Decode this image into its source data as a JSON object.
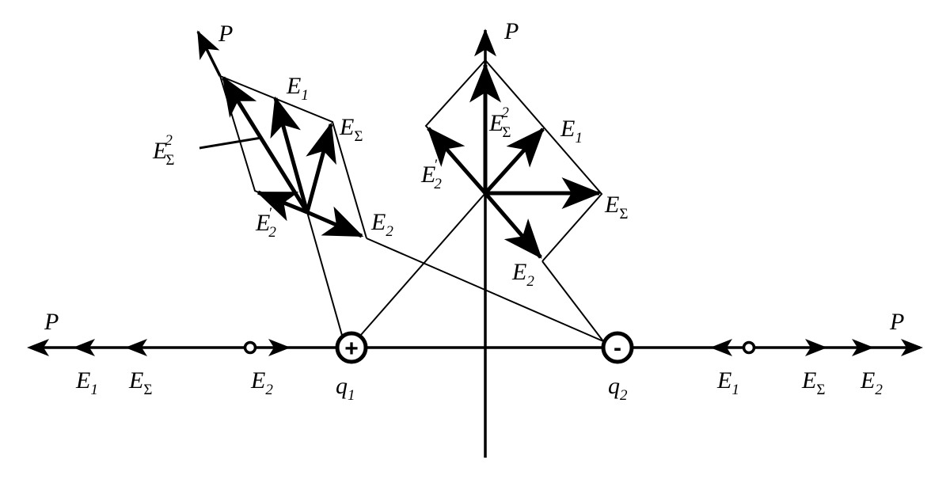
{
  "colors": {
    "ink": "#000000",
    "paper": "#ffffff"
  },
  "labels": {
    "P": "P",
    "E": "E",
    "q": "q",
    "sub1": "1",
    "sub2": "2",
    "subSigma": "Σ",
    "sup2": "2",
    "prime": "′"
  },
  "charges": {
    "q1": {
      "sign": "+",
      "subscript": "1"
    },
    "q2": {
      "sign": "-",
      "subscript": "2"
    }
  }
}
